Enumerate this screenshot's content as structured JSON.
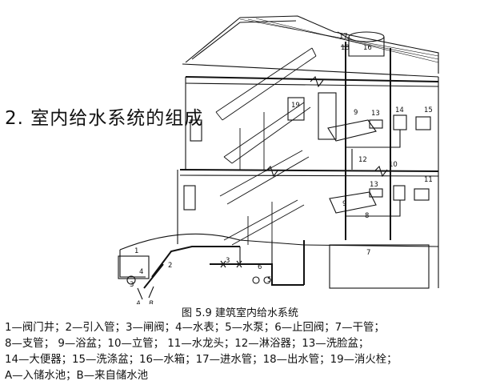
{
  "heading": "2. 室内给水系统的组成",
  "figure": {
    "caption": "图 5.9  建筑室内给水系统",
    "callout_numbers": [
      "1",
      "2",
      "3",
      "4",
      "5",
      "6",
      "7",
      "8",
      "9",
      "10",
      "11",
      "12",
      "13",
      "14",
      "15",
      "16",
      "17",
      "18",
      "19"
    ],
    "callout_letters": [
      "A",
      "B"
    ]
  },
  "legend_lines": [
    "1—阀门井；2—引入管；3—闸阀；4—水表；5—水泵；6—止回阀；7—干管；",
    "8—支管；  9—浴盆；10—立管；  11—水龙头；12—淋浴器；13—洗脸盆；",
    "14—大便器；15—洗涤盆；16—水箱；17—进水管；18—出水管；19—消火栓；",
    "A—入储水池；B—来自储水池"
  ]
}
